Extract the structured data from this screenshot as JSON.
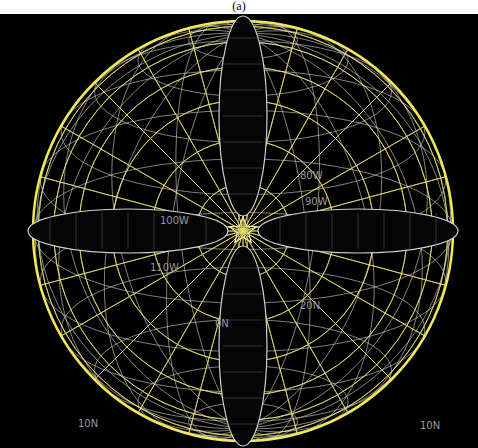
{
  "diagram": {
    "labels": [
      "(a)",
      "80W",
      "90W",
      "100W",
      "110W",
      "20N",
      "10N",
      "0N",
      "10N"
    ]
  }
}
